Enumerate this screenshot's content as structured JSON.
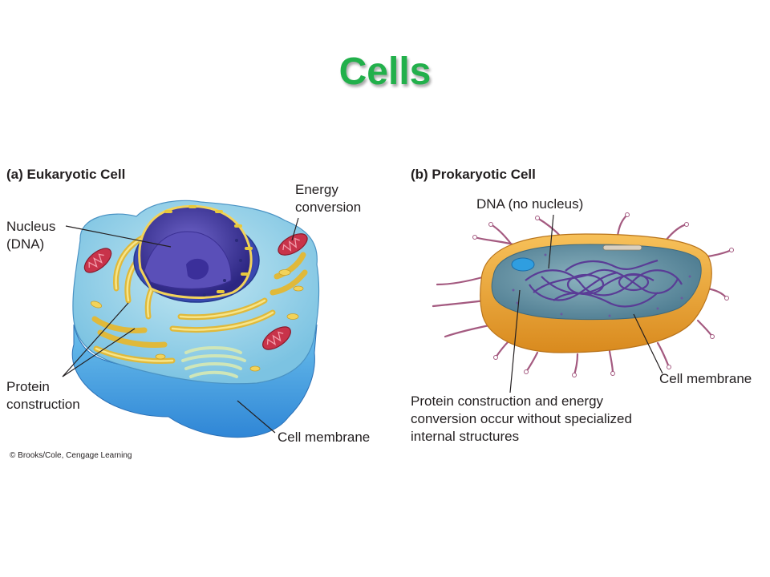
{
  "slide": {
    "title": "Cells"
  },
  "eukaryotic": {
    "title": "(a) Eukaryotic Cell",
    "labels": {
      "nucleus": "Nucleus\n(DNA)",
      "energy": "Energy\nconversion",
      "protein": "Protein\nconstruction",
      "membrane": "Cell membrane"
    },
    "credit": "© Brooks/Cole, Cengage Learning"
  },
  "prokaryotic": {
    "title": "(b) Prokaryotic Cell",
    "labels": {
      "dna": "DNA (no nucleus)",
      "membrane": "Cell membrane",
      "note": "Protein construction and energy\nconversion occur without specialized\ninternal structures"
    }
  },
  "colors": {
    "title_green": "#22b04b",
    "cytoplasm_blue": "#8fd0ea",
    "nucleus_purple": "#4a3d9e",
    "organelle_yellow": "#f2d35a",
    "mitochondria_red": "#c8334a",
    "prokaryote_orange": "#f0a630",
    "prokaryote_inner": "#5e8fa3"
  }
}
